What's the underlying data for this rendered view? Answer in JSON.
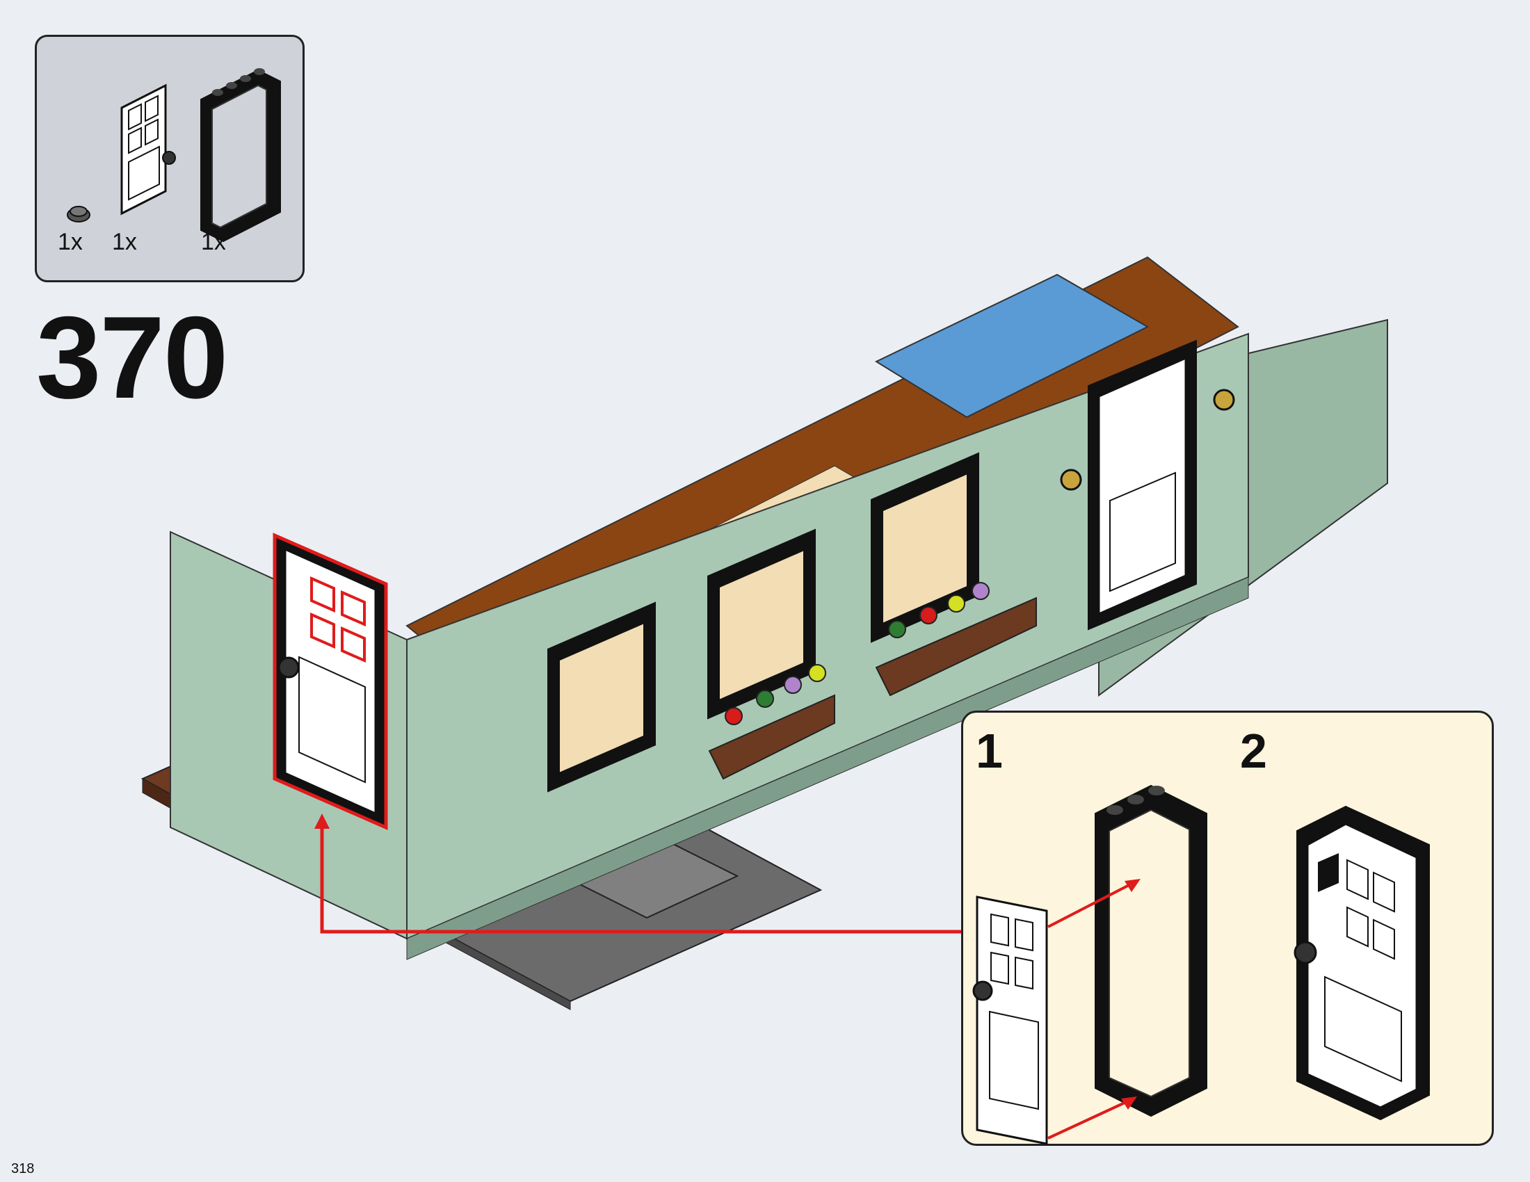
{
  "parts": [
    {
      "name": "round-plate",
      "quantity": "1x"
    },
    {
      "name": "door",
      "quantity": "1x"
    },
    {
      "name": "door-frame",
      "quantity": "1x"
    }
  ],
  "step": {
    "number": "370"
  },
  "substeps": [
    {
      "label": "1"
    },
    {
      "label": "2"
    }
  ],
  "page": {
    "number": "318"
  },
  "colors": {
    "background": "#ebeff3",
    "parts_box": "#cfd3d9",
    "substep_panel": "#fdf5dd",
    "wall_sand_green": "#a8c8b4",
    "callout_red": "#e01b1b",
    "frame_black": "#111111"
  }
}
